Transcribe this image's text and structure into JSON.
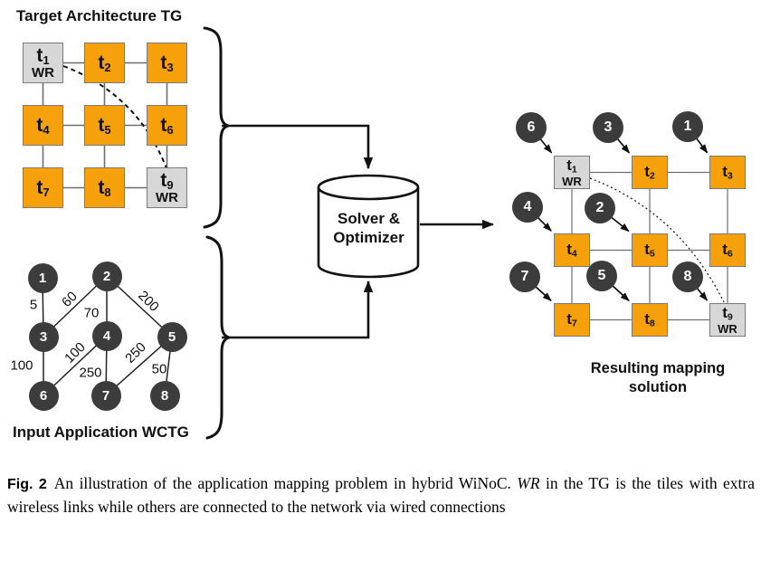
{
  "colors": {
    "tile_orange": "#F6A00C",
    "tile_gray": "#D7D7D7",
    "tile_border": "#7a7a7a",
    "task_node_fill": "#3c3c3c",
    "task_node_text": "#ffffff",
    "grid_line": "#6e6e6e",
    "arrow_black": "#111111"
  },
  "tg": {
    "title": "Target Architecture TG",
    "tiles": [
      {
        "name": "t1",
        "prefix": "t",
        "sub": "1",
        "wr": true,
        "wr_label": "WR"
      },
      {
        "name": "t2",
        "prefix": "t",
        "sub": "2",
        "wr": false
      },
      {
        "name": "t3",
        "prefix": "t",
        "sub": "3",
        "wr": false
      },
      {
        "name": "t4",
        "prefix": "t",
        "sub": "4",
        "wr": false
      },
      {
        "name": "t5",
        "prefix": "t",
        "sub": "5",
        "wr": false
      },
      {
        "name": "t6",
        "prefix": "t",
        "sub": "6",
        "wr": false
      },
      {
        "name": "t7",
        "prefix": "t",
        "sub": "7",
        "wr": false
      },
      {
        "name": "t8",
        "prefix": "t",
        "sub": "8",
        "wr": false
      },
      {
        "name": "t9",
        "prefix": "t",
        "sub": "9",
        "wr": true,
        "wr_label": "WR"
      }
    ],
    "wireless_link": [
      "t1",
      "t9"
    ]
  },
  "wctg": {
    "title": "Input Application WCTG",
    "nodes": [
      "1",
      "2",
      "3",
      "4",
      "5",
      "6",
      "7",
      "8"
    ],
    "edges": [
      {
        "from": "1",
        "to": "3",
        "weight": "5"
      },
      {
        "from": "2",
        "to": "3",
        "weight": "60"
      },
      {
        "from": "2",
        "to": "4",
        "weight": "70"
      },
      {
        "from": "2",
        "to": "5",
        "weight": "200"
      },
      {
        "from": "3",
        "to": "6",
        "weight": "100"
      },
      {
        "from": "4",
        "to": "6",
        "weight": "100"
      },
      {
        "from": "4",
        "to": "7",
        "weight": "250"
      },
      {
        "from": "5",
        "to": "7",
        "weight": "250"
      },
      {
        "from": "5",
        "to": "8",
        "weight": "50"
      }
    ]
  },
  "solver": {
    "line1": "Solver &",
    "line2": "Optimizer"
  },
  "result": {
    "title_line1": "Resulting mapping",
    "title_line2": "solution",
    "assignments": [
      {
        "task": "6",
        "tile": "t1"
      },
      {
        "task": "3",
        "tile": "t2"
      },
      {
        "task": "1",
        "tile": "t3"
      },
      {
        "task": "4",
        "tile": "t4"
      },
      {
        "task": "2",
        "tile": "t5"
      },
      {
        "task": "7",
        "tile": "t7"
      },
      {
        "task": "5",
        "tile": "t8"
      },
      {
        "task": "8",
        "tile": "t9"
      }
    ]
  },
  "caption": {
    "tag": "Fig. 2",
    "before_wr": "An illustration of the application mapping problem in hybrid WiNoC.",
    "wr": "WR",
    "after_wr": "in the TG is the tiles with extra wireless links while others are connected to the network via wired connections"
  }
}
